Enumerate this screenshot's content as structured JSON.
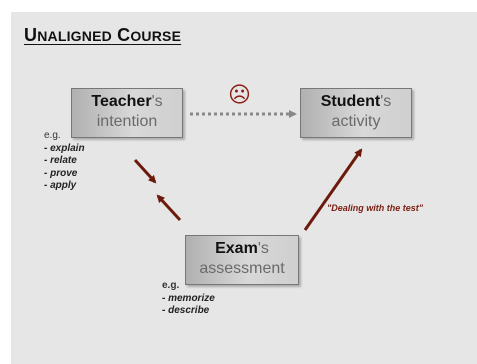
{
  "title": {
    "first_letter_1": "U",
    "rest_1": "NALIGNED",
    "first_letter_2": "C",
    "rest_2": "OURSE"
  },
  "teacher_box": {
    "bold": "Teacher",
    "suffix": "'s",
    "line2": "intention"
  },
  "student_box": {
    "bold": "Student",
    "suffix": "'s",
    "line2": "activity"
  },
  "exam_box": {
    "bold": "Exam",
    "suffix": "'s",
    "line2": "assessment"
  },
  "teacher_examples": {
    "prefix": "e.g.",
    "items": [
      "- explain",
      "- relate",
      "- prove",
      "- apply"
    ]
  },
  "exam_examples": {
    "prefix": "e.g.",
    "items": [
      "- memorize",
      "- describe"
    ]
  },
  "quote": "\"Dealing with the test\"",
  "frown_icon": "☹",
  "colors": {
    "arrow": "#6b1a0c",
    "dotted_arrow": "#888888",
    "box_border": "#777777"
  }
}
